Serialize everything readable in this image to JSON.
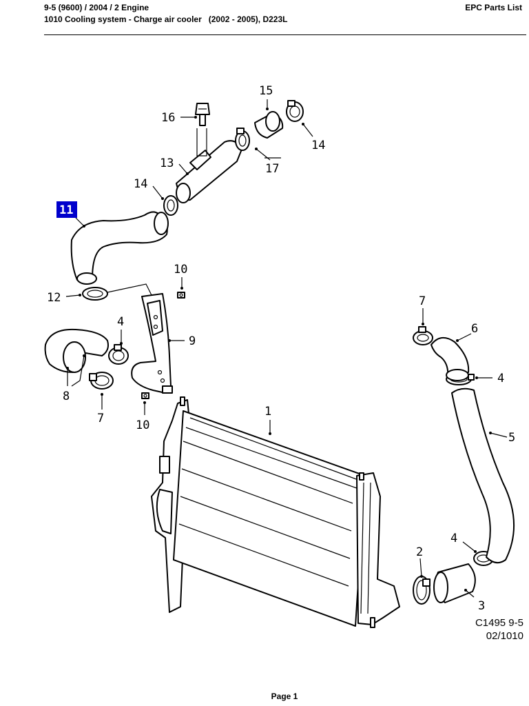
{
  "header": {
    "model_line": "9-5 (9600) / 2004 / 2 Engine",
    "section_line": "1010 Cooling system - Charge air cooler   (2002 - 2005), D223L",
    "doc_title": "EPC Parts List"
  },
  "diagram": {
    "labels": {
      "p1": "1",
      "p2": "2",
      "p3": "3",
      "p4a": "4",
      "p4b": "4",
      "p4c": "4",
      "p5": "5",
      "p6": "6",
      "p7a": "7",
      "p7b": "7",
      "p8": "8",
      "p9": "9",
      "p10a": "10",
      "p10b": "10",
      "p11": "11",
      "p12": "12",
      "p13": "13",
      "p14a": "14",
      "p14b": "14",
      "p15": "15",
      "p16": "16",
      "p17": "17"
    },
    "ref_code": "C1495 9-5",
    "ref_section": "02/1010",
    "highlight_color": "#0000cc"
  },
  "footer": {
    "page": "Page 1"
  }
}
